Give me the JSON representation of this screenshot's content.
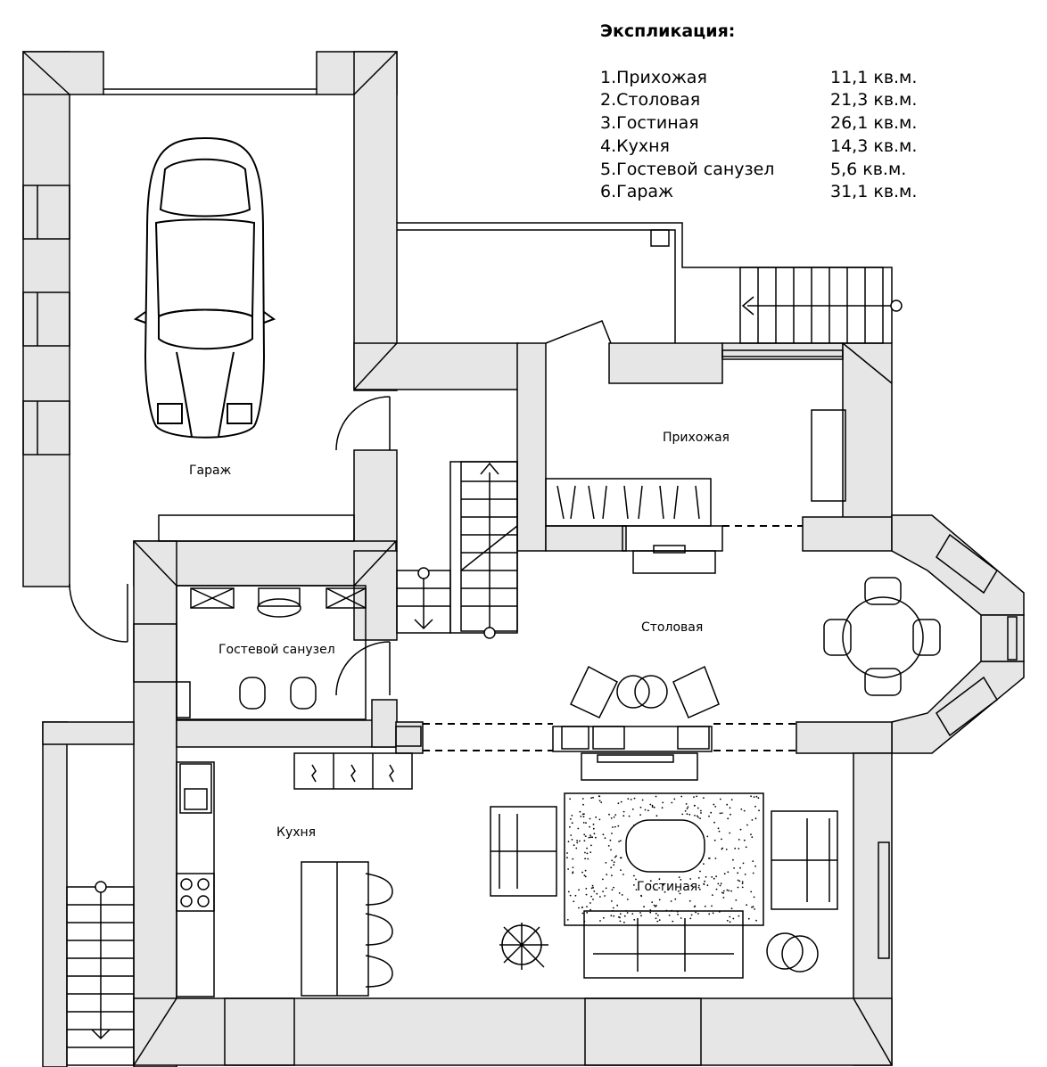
{
  "explication": {
    "title": "Экспликация:",
    "rows": [
      {
        "name": "1.Прихожая",
        "area": "11,1 кв.м."
      },
      {
        "name": "2.Столовая",
        "area": "21,3 кв.м."
      },
      {
        "name": "3.Гостиная",
        "area": "26,1 кв.м."
      },
      {
        "name": "4.Кухня",
        "area": "14,3 кв.м."
      },
      {
        "name": "5.Гостевой санузел",
        "area": "5,6 кв.м."
      },
      {
        "name": "6.Гараж",
        "area": "31,1 кв.м."
      }
    ]
  },
  "rooms": {
    "garage": "Гараж",
    "hall": "Прихожая",
    "dining": "Столовая",
    "wc": "Гостевой санузел",
    "kitchen": "Кухня",
    "living": "Гостиная"
  },
  "colors": {
    "wall": "#e6e6e6",
    "line": "#000000",
    "background": "#ffffff"
  }
}
